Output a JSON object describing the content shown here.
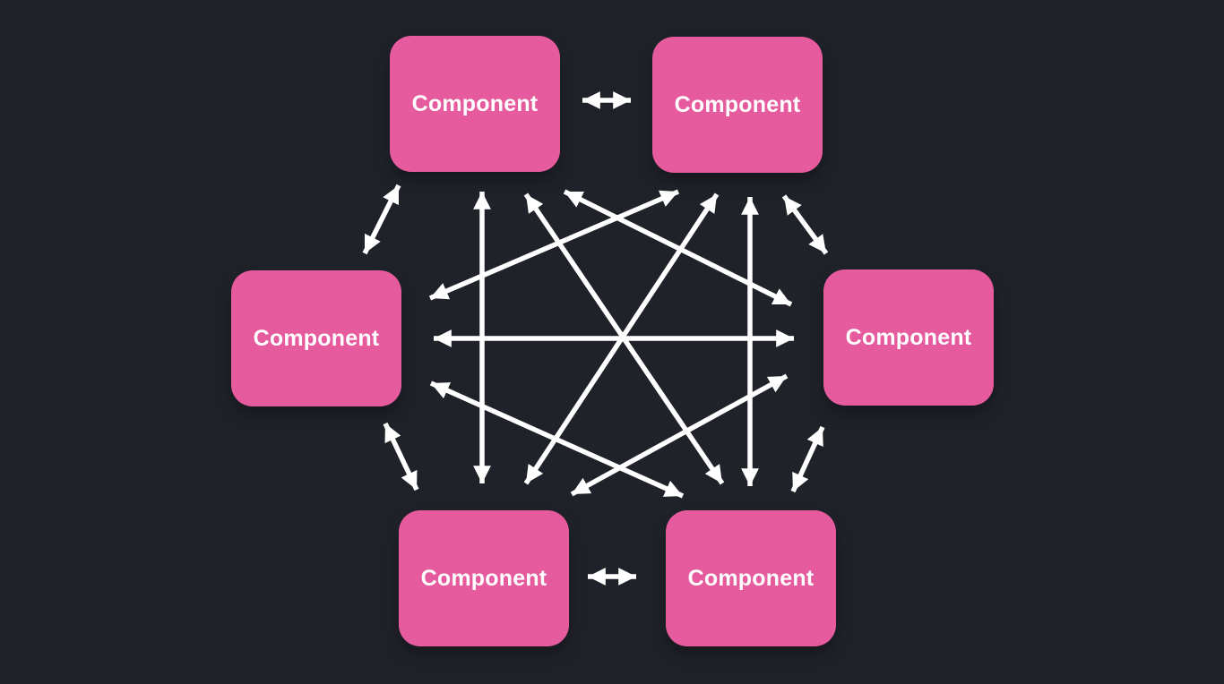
{
  "theme": {
    "background": "#20222a",
    "node_color": "#e65b9d",
    "arrow_color": "#ffffff",
    "label_color": "#ffffff"
  },
  "nodes": [
    {
      "id": "top-left",
      "label": "Component"
    },
    {
      "id": "top-right",
      "label": "Component"
    },
    {
      "id": "left",
      "label": "Component"
    },
    {
      "id": "right",
      "label": "Component"
    },
    {
      "id": "bottom-left",
      "label": "Component"
    },
    {
      "id": "bottom-right",
      "label": "Component"
    }
  ],
  "edges": [
    {
      "from": "top-left",
      "to": "top-right",
      "bidirectional": true
    },
    {
      "from": "bottom-left",
      "to": "bottom-right",
      "bidirectional": true
    },
    {
      "from": "top-left",
      "to": "left",
      "bidirectional": true
    },
    {
      "from": "top-right",
      "to": "right",
      "bidirectional": true
    },
    {
      "from": "left",
      "to": "bottom-left",
      "bidirectional": true
    },
    {
      "from": "right",
      "to": "bottom-right",
      "bidirectional": true
    },
    {
      "from": "left",
      "to": "right",
      "bidirectional": true
    },
    {
      "from": "top-left",
      "to": "bottom-left",
      "bidirectional": true
    },
    {
      "from": "top-right",
      "to": "bottom-right",
      "bidirectional": true
    },
    {
      "from": "top-left",
      "to": "bottom-right",
      "bidirectional": true
    },
    {
      "from": "top-right",
      "to": "bottom-left",
      "bidirectional": true
    },
    {
      "from": "top-left",
      "to": "right",
      "bidirectional": true
    },
    {
      "from": "top-right",
      "to": "left",
      "bidirectional": true
    },
    {
      "from": "left",
      "to": "bottom-right",
      "bidirectional": true
    },
    {
      "from": "right",
      "to": "bottom-left",
      "bidirectional": true
    }
  ]
}
